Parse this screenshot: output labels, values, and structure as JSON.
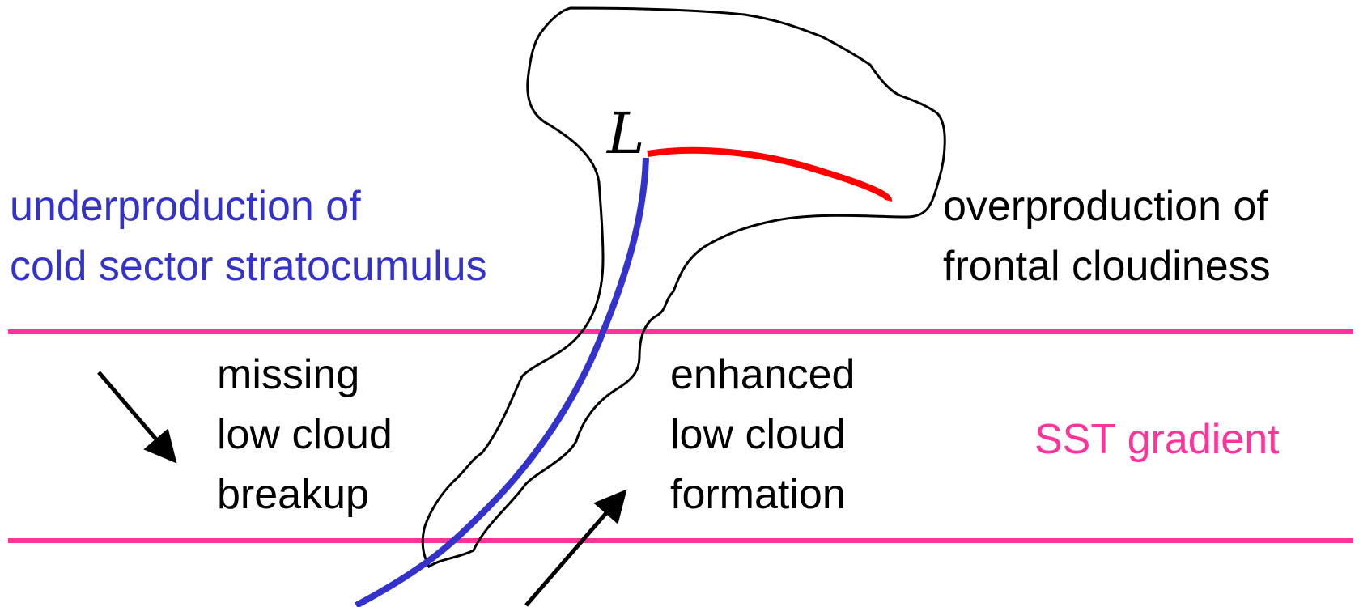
{
  "labels": {
    "low_marker": "L",
    "cold_sector": [
      "underproduction of",
      "cold sector stratocumulus"
    ],
    "frontal": [
      "overproduction of",
      "frontal cloudiness"
    ],
    "missing": [
      "missing",
      "low cloud",
      "breakup"
    ],
    "enhanced": [
      "enhanced",
      "low cloud",
      "formation"
    ],
    "sst": "SST gradient"
  },
  "colors": {
    "cold_front": "#3333cc",
    "warm_front": "#ff0000",
    "sst_lines": "#ff3399",
    "cloud_outline": "#000000",
    "arrows": "#000000"
  }
}
